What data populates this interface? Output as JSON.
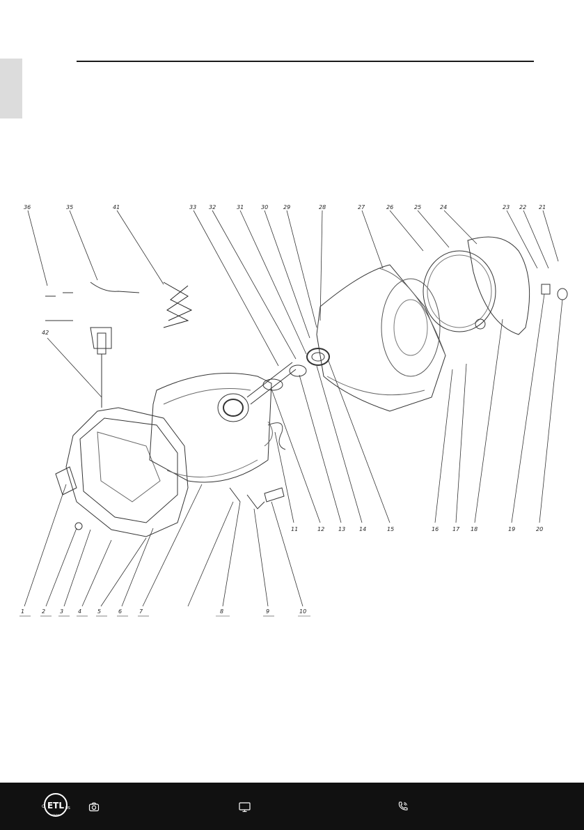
{
  "header": {
    "has_rule": true
  },
  "diagram": {
    "part_labels_bottom": [
      "1",
      "2",
      "3",
      "4",
      "5",
      "6",
      "7",
      "8",
      "9",
      "10",
      "11",
      "12",
      "13",
      "14",
      "15",
      "16",
      "17",
      "18",
      "19",
      "20"
    ],
    "part_labels_top": [
      "36",
      "35",
      "41",
      "33",
      "32",
      "31",
      "30",
      "29",
      "28",
      "27",
      "26",
      "25",
      "24",
      "23",
      "22",
      "21"
    ],
    "part_label_left": "42"
  },
  "footer": {
    "certification_mark": "ETL",
    "mark_left": "C",
    "mark_right": "US",
    "mark_bottom": "Intertek",
    "icons": [
      "camera-icon",
      "monitor-icon",
      "phone-icon"
    ],
    "background": "#111111"
  }
}
